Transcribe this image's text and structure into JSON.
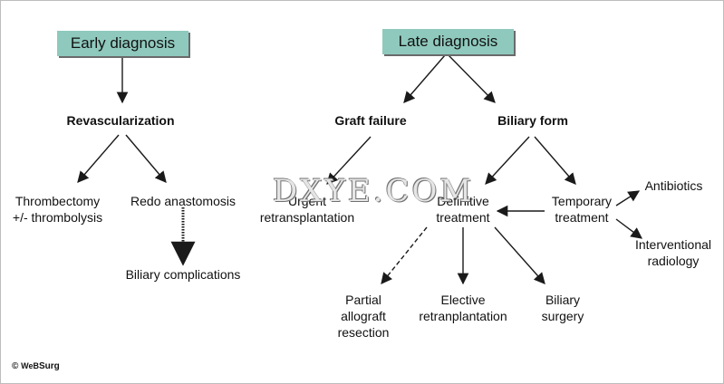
{
  "nodes": {
    "early": "Early diagnosis",
    "late": "Late diagnosis",
    "revascularization": "Revascularization",
    "graft_failure": "Graft failure",
    "biliary_form": "Biliary form",
    "thrombectomy": [
      "Thrombectomy",
      "+/- thrombolysis"
    ],
    "redo": "Redo anastomosis",
    "biliary_complications": "Biliary complications",
    "urgent": [
      "Urgent",
      "retransplantation"
    ],
    "definitive": [
      "Definitive",
      "treatment"
    ],
    "temporary": [
      "Temporary",
      "treatment"
    ],
    "antibiotics": "Antibiotics",
    "interventional": [
      "Interventional",
      "radiology"
    ],
    "partial": [
      "Partial",
      "allograft",
      "resection"
    ],
    "elective": [
      "Elective",
      "retranplantation"
    ],
    "biliary_surgery": [
      "Biliary",
      "surgery"
    ]
  },
  "watermark": "DXYE.COM",
  "copyright": {
    "symbol": "©",
    "brand_prefix": "WeB",
    "brand_suffix": "Surg"
  },
  "colors": {
    "box_fill": "#8fc9bd",
    "line": "#1a1a1a"
  }
}
